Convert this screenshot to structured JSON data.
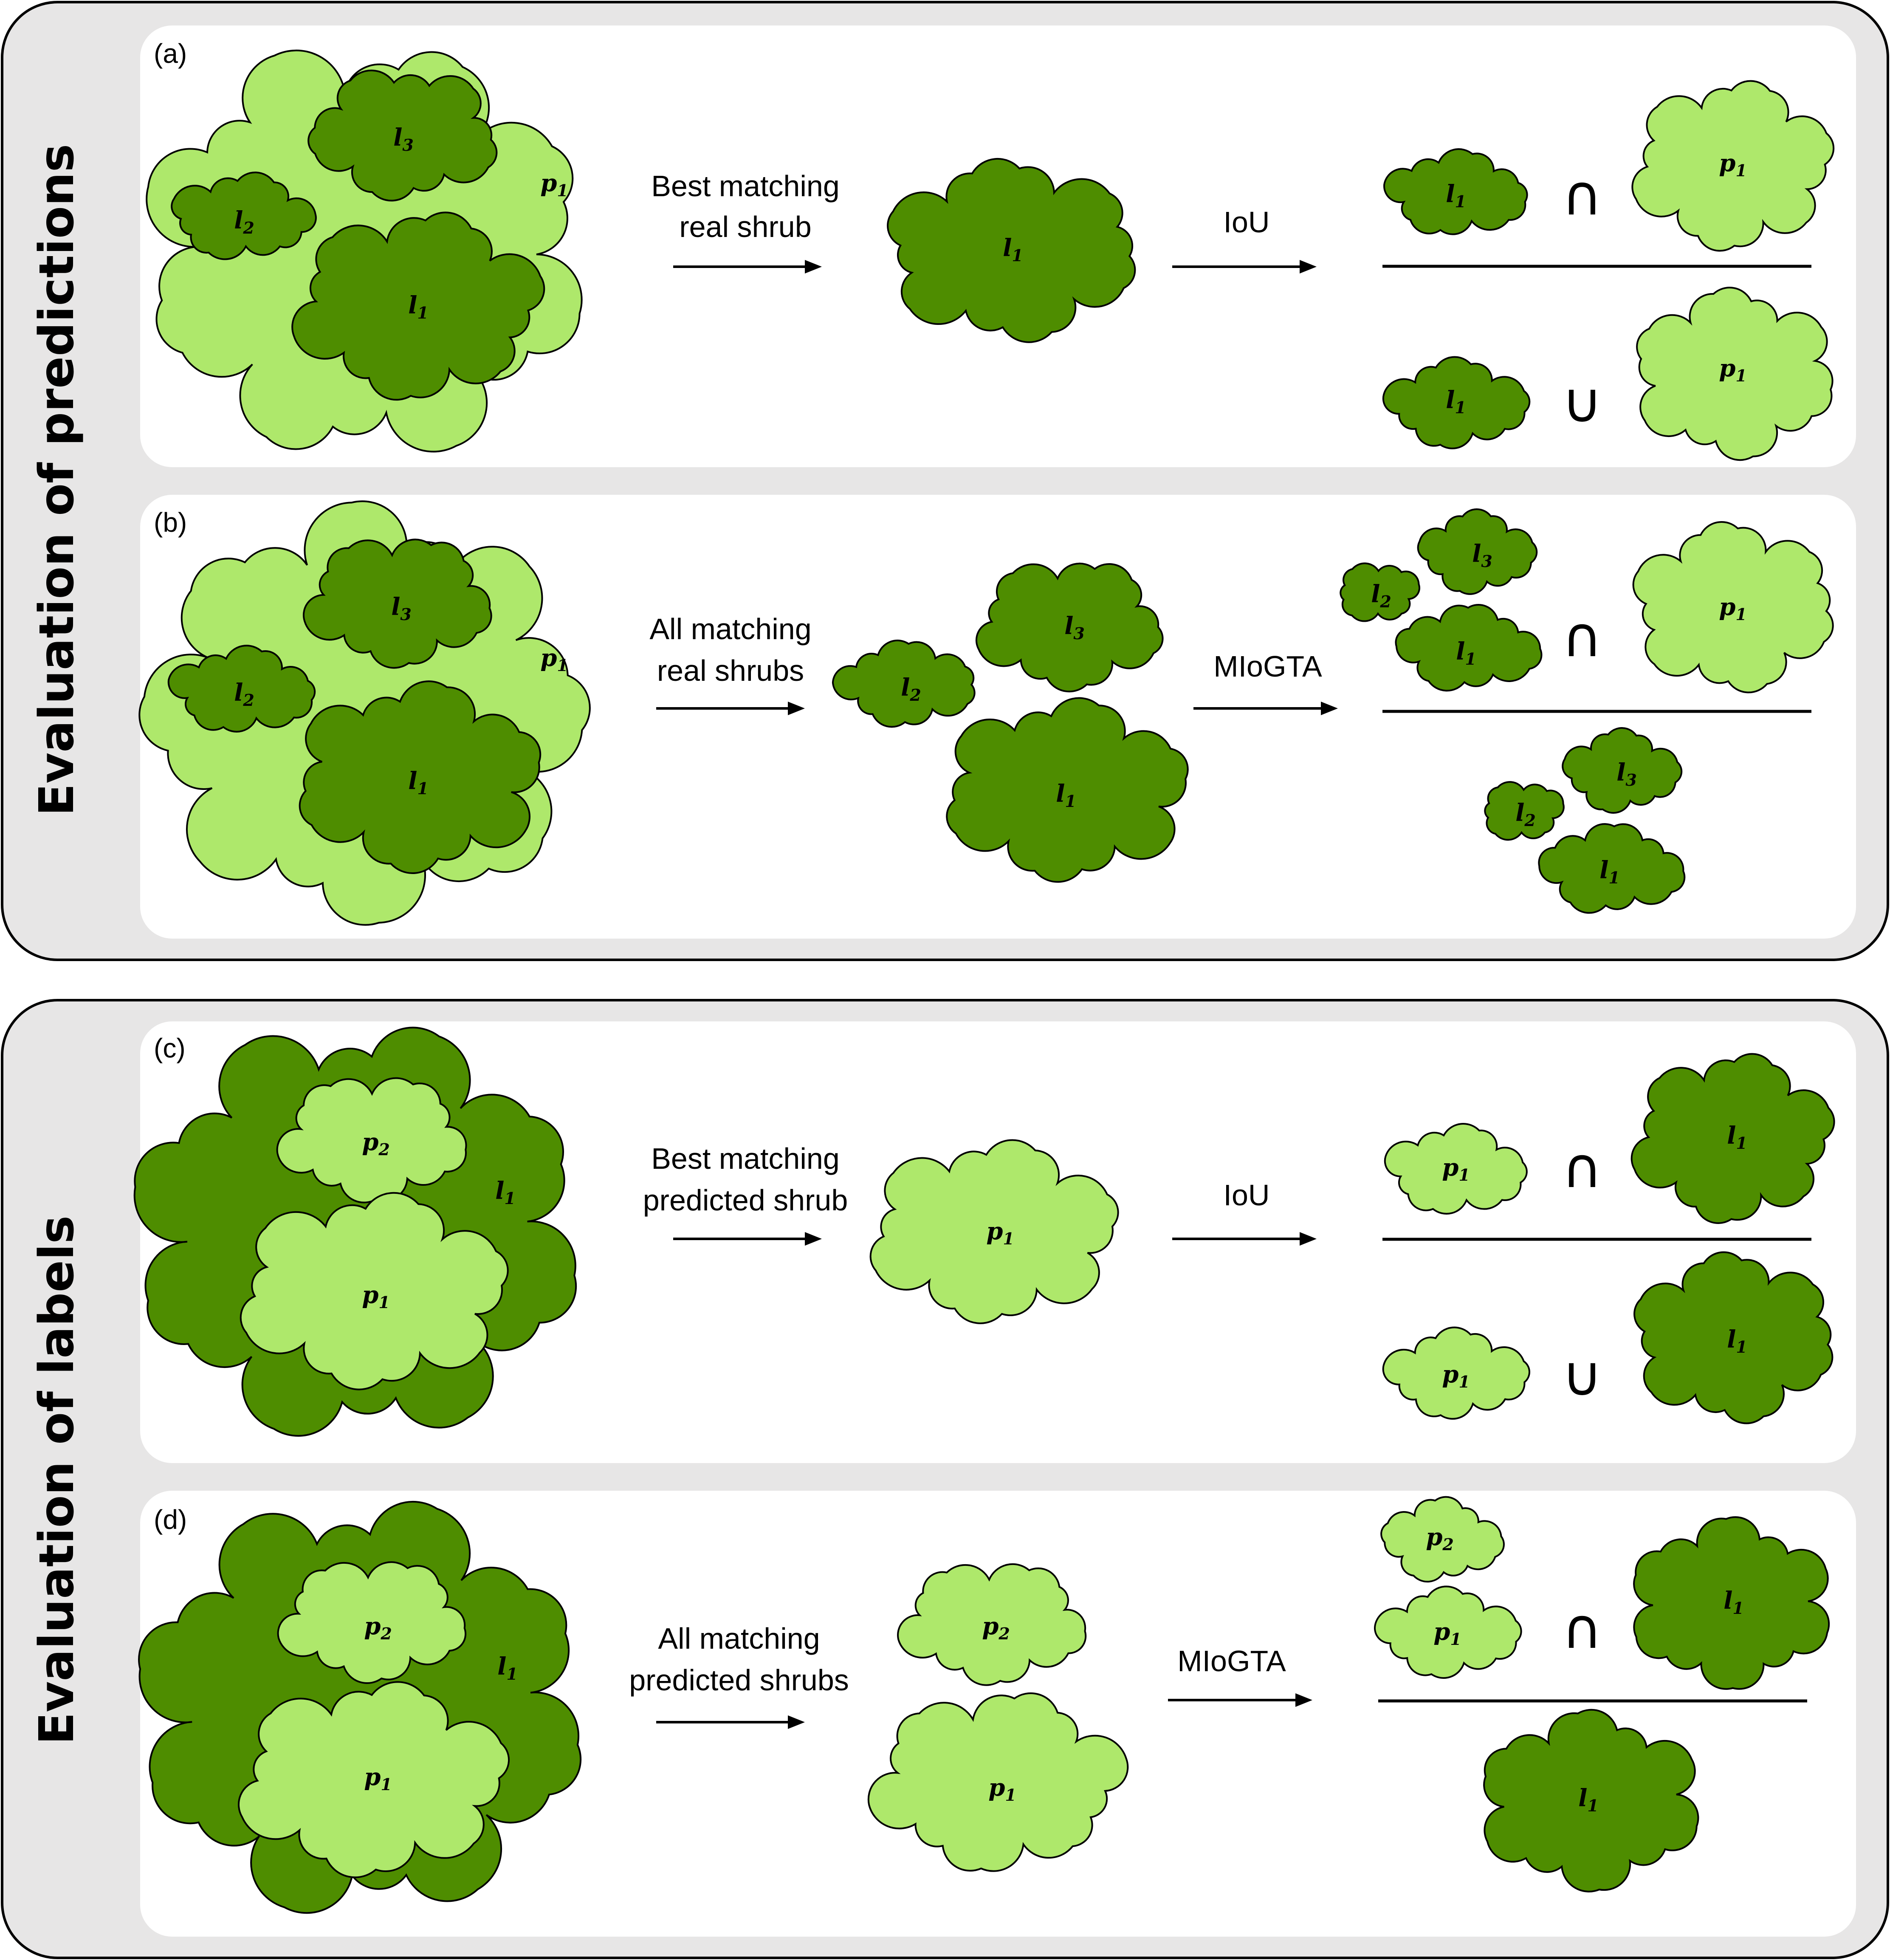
{
  "colors": {
    "real_shrub": "#4e8d00",
    "predicted_shrub": "#aee86b",
    "section_bg": "#e7e6e6",
    "panel_bg": "#ffffff"
  },
  "sections": [
    {
      "id": "pred",
      "title": "Evaluation of predictions"
    },
    {
      "id": "lab",
      "title": "Evaluation of labels"
    }
  ],
  "panels": [
    {
      "label": "(a)",
      "arrow1": [
        "Best matching",
        "real shrub"
      ],
      "arrow2": [
        "IoU"
      ],
      "intersect_symbol": "∩",
      "union_symbol": "∪"
    },
    {
      "label": "(b)",
      "arrow1": [
        "All matching",
        "real shrubs"
      ],
      "arrow2": [
        "MIoGTA"
      ],
      "intersect_symbol": "∩"
    },
    {
      "label": "(c)",
      "arrow1": [
        "Best matching",
        "predicted shrub"
      ],
      "arrow2": [
        "IoU"
      ],
      "intersect_symbol": "∩",
      "union_symbol": "∪"
    },
    {
      "label": "(d)",
      "arrow1": [
        "All matching",
        "predicted shrubs"
      ],
      "arrow2": [
        "MIoGTA"
      ],
      "intersect_symbol": "∩"
    }
  ],
  "shrub_letters": {
    "real": "l",
    "predicted": "p"
  },
  "shrub_indices": [
    "1",
    "2",
    "3"
  ]
}
